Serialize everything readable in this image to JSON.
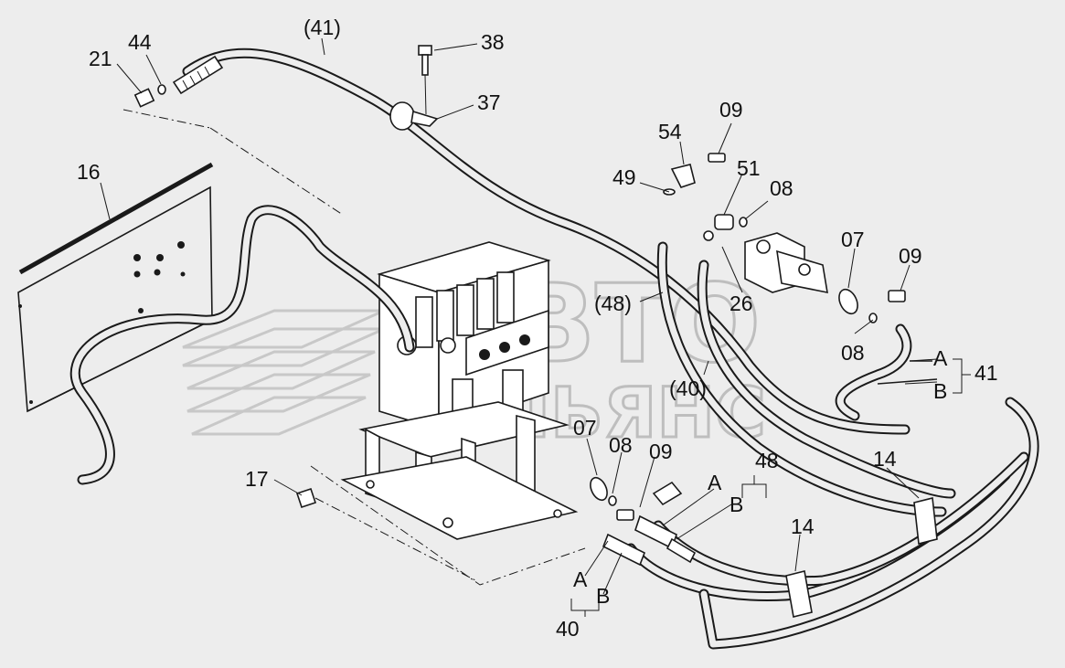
{
  "watermark": {
    "line1": "АВТО",
    "line2": "АЛЬЯНС"
  },
  "callouts": {
    "c21": "21",
    "c44": "44",
    "c41top": "(41)",
    "c38": "38",
    "c37": "37",
    "c16": "16",
    "c54": "54",
    "c09a": "09",
    "c51": "51",
    "c49": "49",
    "c08a": "08",
    "c07a": "07",
    "c09b": "09",
    "c48mid": "(48)",
    "c26": "26",
    "c08b": "08",
    "cA1": "A",
    "c41right": "41",
    "cB1": "B",
    "c40mid": "(40)",
    "c07b": "07",
    "c08c": "08",
    "c09c": "09",
    "c48right": "48",
    "cA2": "A",
    "cB2": "B",
    "c14a": "14",
    "c17": "17",
    "c14b": "14",
    "cA3": "A",
    "cB3": "B",
    "c40bottom": "40"
  }
}
